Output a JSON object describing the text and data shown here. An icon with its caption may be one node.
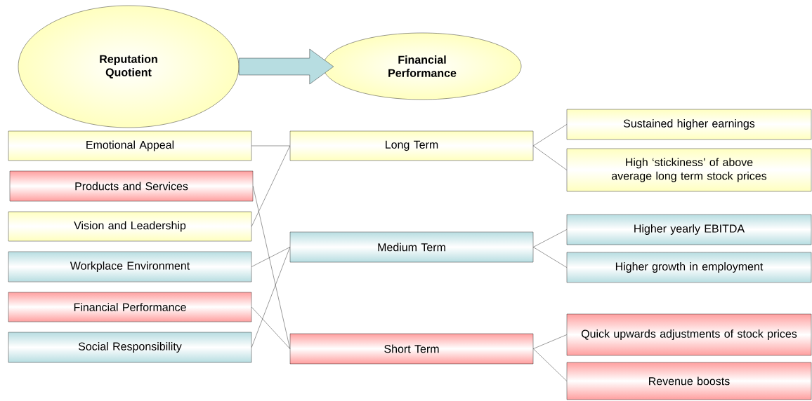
{
  "diagram": {
    "nodes": [
      {
        "text": [
          "Reputation Quotient"
        ]
      },
      {
        "text": [
          "Financial Performance"
        ]
      },
      {
        "text": [
          "Emotional Appeal"
        ]
      },
      {
        "text": [
          "Products and Services"
        ]
      },
      {
        "text": [
          "Vision and Leadership"
        ]
      },
      {
        "text": [
          "Workplace Environment"
        ]
      },
      {
        "text": [
          "Financial Performance"
        ]
      },
      {
        "text": [
          "Social Responsibility"
        ]
      },
      {
        "text": [
          "Long Term"
        ]
      },
      {
        "text": [
          "Medium Term"
        ]
      },
      {
        "text": [
          "Short Term"
        ]
      },
      {
        "text": [
          "Sustained higher earnings"
        ]
      },
      {
        "text": [
          "High ‘stickiness’ of above average long term stock prices"
        ]
      },
      {
        "text": [
          "Higher yearly EBITDA"
        ]
      },
      {
        "text": [
          "Higher growth in employment"
        ]
      },
      {
        "text": [
          "Quick upwards adjustments of stock prices"
        ]
      },
      {
        "text": [
          "Revenue boosts"
        ]
      }
    ],
    "edges": [
      {
        "from": 0,
        "to": 1,
        "arrow": "to",
        "style": "thick",
        "color": "#b7dde1"
      },
      {
        "from": 2,
        "to": 8,
        "arrow": "none"
      },
      {
        "from": 4,
        "to": 8,
        "arrow": "none"
      },
      {
        "from": 5,
        "to": 9,
        "arrow": "none"
      },
      {
        "from": 7,
        "to": 9,
        "arrow": "none"
      },
      {
        "from": 3,
        "to": 10,
        "arrow": "none"
      },
      {
        "from": 6,
        "to": 10,
        "arrow": "none"
      },
      {
        "from": 8,
        "to": 11,
        "arrow": "none"
      },
      {
        "from": 8,
        "to": 12,
        "arrow": "none"
      },
      {
        "from": 9,
        "to": 13,
        "arrow": "none"
      },
      {
        "from": 9,
        "to": 14,
        "arrow": "none"
      },
      {
        "from": 10,
        "to": 15,
        "arrow": "none"
      },
      {
        "from": 10,
        "to": 16,
        "arrow": "none"
      }
    ]
  }
}
